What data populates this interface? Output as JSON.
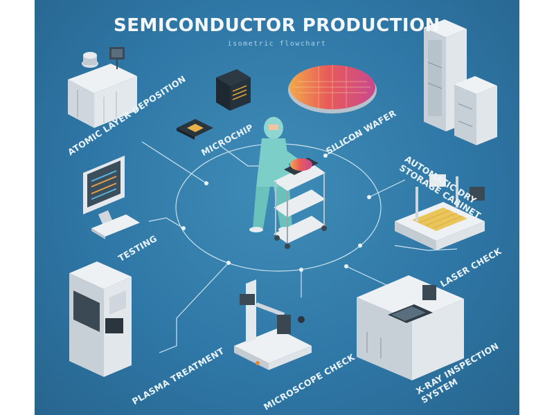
{
  "header": {
    "title": "SEMICONDUCTOR PRODUCTION",
    "subtitle": "isometric flowchart"
  },
  "colors": {
    "background": "#2f77a6",
    "line": "#cfe3ef",
    "title": "#f4f8fb"
  },
  "diagram": {
    "center_icon": "cleanroom-worker-with-wafer-cart-icon",
    "stages": [
      {
        "label": "ATOMIC LAYER DEPOSITION",
        "icon": "deposition-machine-icon"
      },
      {
        "label": "MICROCHIP",
        "icon": "microchip-icon"
      },
      {
        "label": "SILICON WAFER",
        "icon": "silicon-wafer-icon"
      },
      {
        "label": "AUTOMATIC DRY STORAGE CABINET",
        "line1": "AUTOMATIC DRY",
        "line2": "STORAGE CABINET",
        "icon": "storage-cabinet-icon"
      },
      {
        "label": "TESTING",
        "icon": "computer-monitor-icon"
      },
      {
        "label": "LASER CHECK",
        "icon": "laser-check-machine-icon"
      },
      {
        "label": "PLASMA TREATMENT",
        "icon": "plasma-machine-icon"
      },
      {
        "label": "MICROSCOPE CHECK",
        "icon": "microscope-icon"
      },
      {
        "label": "X-RAY INSPECTION SYSTEM",
        "line1": "X-RAY INSPECTION",
        "line2": "SYSTEM",
        "icon": "xray-machine-icon"
      }
    ]
  }
}
